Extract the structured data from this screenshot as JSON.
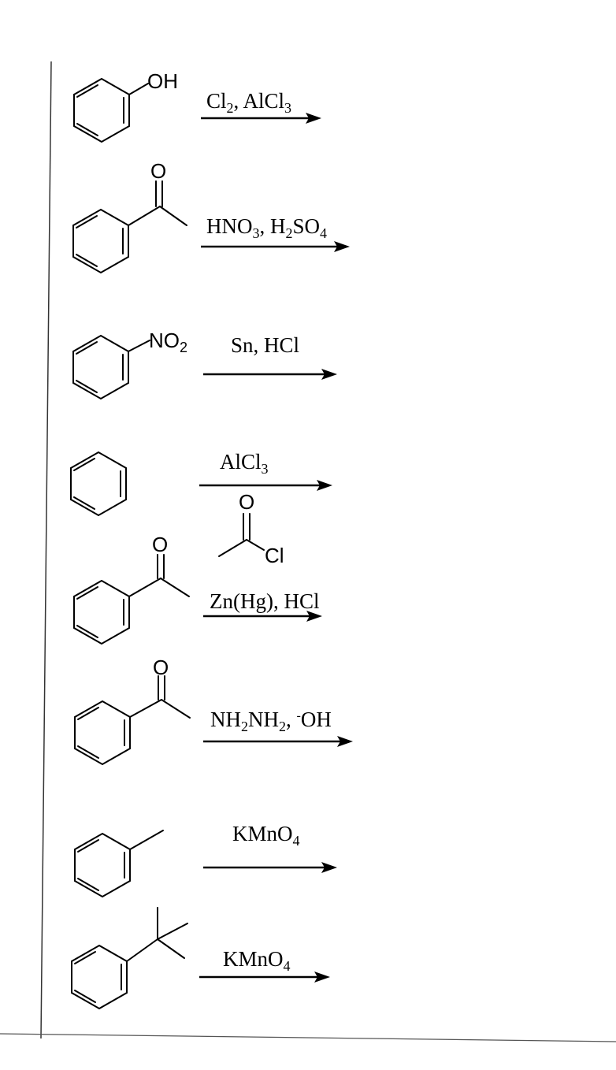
{
  "reactions": [
    {
      "substituent": {
        "parts": [
          {
            "t": "OH"
          }
        ]
      },
      "reagents": [
        {
          "t": "Cl"
        },
        {
          "t": "2",
          "s": "sub"
        },
        {
          "t": ", AlCl"
        },
        {
          "t": "3",
          "s": "sub"
        }
      ]
    },
    {
      "substituent": {
        "parts": [
          {
            "t": "O"
          }
        ]
      },
      "reagents": [
        {
          "t": "HNO"
        },
        {
          "t": "3",
          "s": "sub"
        },
        {
          "t": ", H"
        },
        {
          "t": "2",
          "s": "sub"
        },
        {
          "t": "SO"
        },
        {
          "t": "4",
          "s": "sub"
        }
      ]
    },
    {
      "substituent": {
        "parts": [
          {
            "t": "NO"
          },
          {
            "t": "2",
            "s": "sub"
          }
        ]
      },
      "reagents": [
        {
          "t": "Sn, HCl"
        }
      ]
    },
    {
      "substituent": {
        "parts": []
      },
      "reagents": [
        {
          "t": "AlCl"
        },
        {
          "t": "3",
          "s": "sub"
        }
      ],
      "below_arrow": {
        "oxygen": "O",
        "chloride": "Cl"
      }
    },
    {
      "substituent": {
        "parts": [
          {
            "t": "O"
          }
        ]
      },
      "reagents": [
        {
          "t": "Zn(Hg), HCl"
        }
      ]
    },
    {
      "substituent": {
        "parts": [
          {
            "t": "O"
          }
        ]
      },
      "reagents": [
        {
          "t": "NH"
        },
        {
          "t": "2",
          "s": "sub"
        },
        {
          "t": "NH"
        },
        {
          "t": "2",
          "s": "sub"
        },
        {
          "t": ", "
        },
        {
          "t": "-",
          "s": "sup"
        },
        {
          "t": "OH"
        }
      ]
    },
    {
      "substituent": {
        "parts": []
      },
      "reagents": [
        {
          "t": "KMnO"
        },
        {
          "t": "4",
          "s": "sub"
        }
      ]
    },
    {
      "substituent": {
        "parts": []
      },
      "reagents": [
        {
          "t": "KMnO"
        },
        {
          "t": "4",
          "s": "sub"
        }
      ]
    }
  ]
}
